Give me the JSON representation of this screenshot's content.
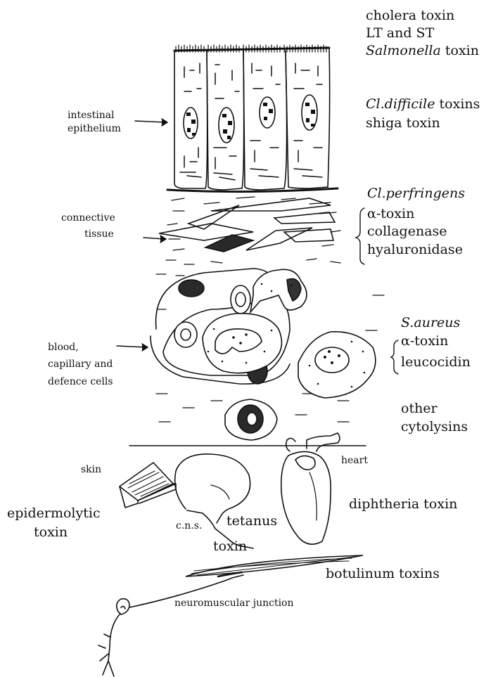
{
  "right_labels": {
    "cholera_toxin": "cholera toxin",
    "lt_and_st": "LT and ST",
    "salmonella_italic": "Salmonella",
    "salmonella_rest": "toxin",
    "cl_difficile_italic": "Cl.difficile",
    "cl_difficile_rest": "toxins",
    "shiga_toxin": "shiga toxin",
    "cl_perfringens": "Cl.perfringens",
    "alpha_toxin_1": "α-toxin",
    "collagenase": "collagenase",
    "hyaluronidase": "hyaluronidase",
    "s_aureus": "S.aureus",
    "alpha_toxin_2": "α-toxin",
    "leucocidin": "leucocidin",
    "other": "other",
    "cytolysins": "cytolysins",
    "diphtheria_toxin": "diphtheria toxin",
    "botulinum_toxins": "botulinum toxins"
  },
  "left_labels": {
    "intestinal": "intestinal",
    "epithelium": "epithelium",
    "connective": "connective",
    "tissue": "tissue",
    "blood": "blood,",
    "capillary_and": "capillary and",
    "defence_cells": "defence cells"
  },
  "organ_labels": {
    "skin": "skin",
    "epidermolytic": "epidermolytic",
    "toxin_skin": "toxin",
    "heart": "heart",
    "cns": "c.n.s.",
    "tetanus": "tetanus",
    "toxin_tetanus": "toxin",
    "neuromuscular_junction": "neuromuscular junction"
  }
}
